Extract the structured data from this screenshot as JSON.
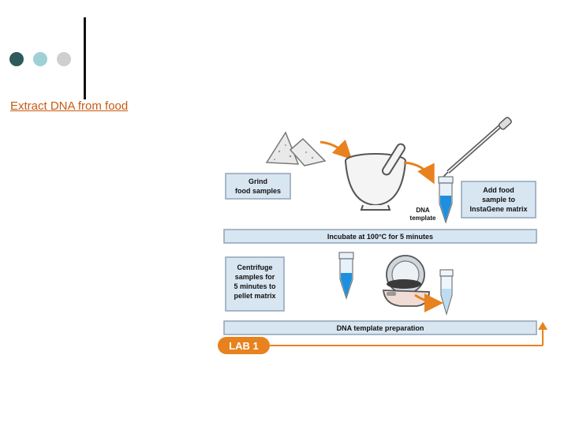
{
  "slide": {
    "title": "Extract DNA from food",
    "bullet_colors": [
      "#2e5a5c",
      "#9fd0d6",
      "#cfcfcf"
    ]
  },
  "diagram": {
    "box_grind": [
      "Grind",
      "food samples"
    ],
    "box_add": [
      "Add food",
      "sample to",
      "InstaGene matrix"
    ],
    "tube_label": [
      "DNA",
      "template"
    ],
    "bar_incubate": "Incubate at 100°C for 5 minutes",
    "box_centrifuge": [
      "Centrifuge",
      "samples for",
      "5 minutes to",
      "pellet matrix"
    ],
    "bar_prep": "DNA template preparation",
    "lab_badge": "LAB 1",
    "colors": {
      "orange": "#e8821e",
      "box_fill": "#d8e6f2",
      "box_stroke": "#8fa3b6",
      "tube_blue": "#1e8fe0"
    }
  }
}
